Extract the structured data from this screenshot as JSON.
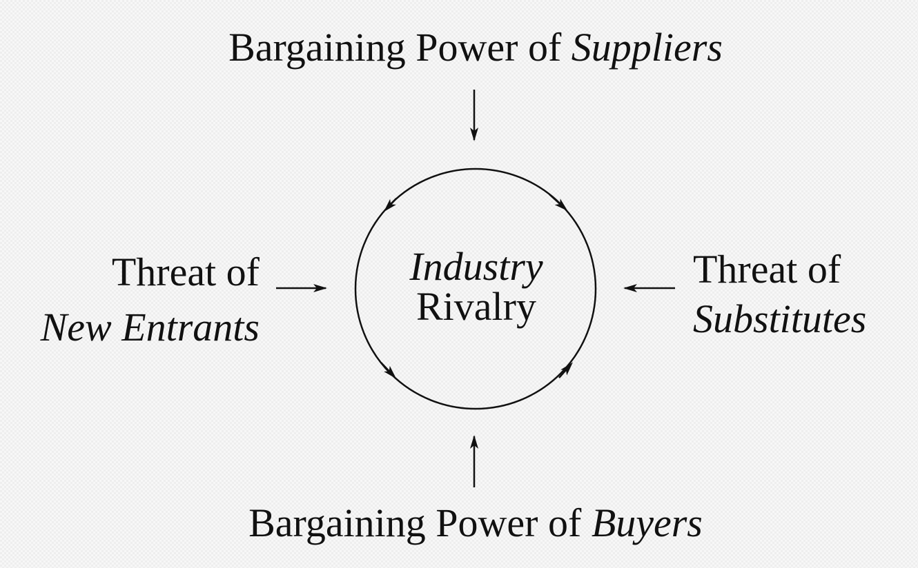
{
  "top": {
    "prefix": "Bargaining Power of ",
    "emphasis": "Suppliers"
  },
  "bottom": {
    "prefix": "Bargaining Power of ",
    "emphasis": "Buyers"
  },
  "left": {
    "line1": "Threat of",
    "line2": "New Entrants"
  },
  "right": {
    "line1": "Threat of",
    "line2": "Substitutes"
  },
  "center": {
    "line1": "Industry",
    "line2": "Rivalry"
  },
  "colors": {
    "ink": "#111111",
    "background": "#f7f7f7"
  }
}
